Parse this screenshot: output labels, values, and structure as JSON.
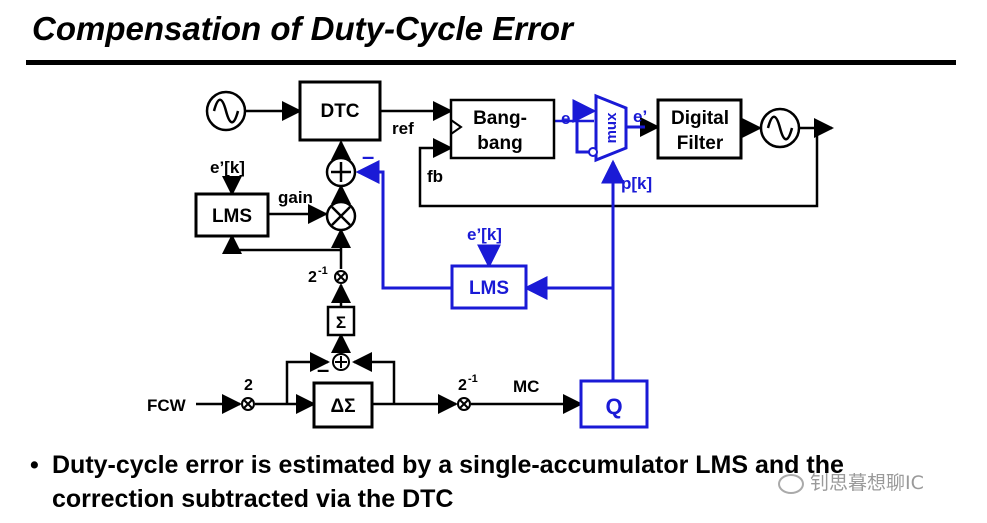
{
  "title": "Compensation of Duty-Cycle Error",
  "blocks": {
    "dtc": "DTC",
    "bangbang_line1": "Bang-",
    "bangbang_line2": "bang",
    "digital_filter_line1": "Digital",
    "digital_filter_line2": "Filter",
    "lms_black": "LMS",
    "lms_blue": "LMS",
    "sigma": "Σ",
    "delta_sigma": "ΔΣ",
    "q": "Q",
    "mux": "mux"
  },
  "signals": {
    "ref": "ref",
    "fb": "fb",
    "e": "e",
    "e_prime": "e’",
    "p_k": "p[k]",
    "e_prime_k_black": "e’[k]",
    "e_prime_k_blue": "e’[k]",
    "gain": "gain",
    "fcw": "FCW",
    "two": "2",
    "two_inv_base_top": "2",
    "two_inv_exp_top": "-1",
    "two_inv_base_bottom": "2",
    "two_inv_exp_bottom": "-1",
    "mc": "MC",
    "minus_sum": "–",
    "minus_bottom": "–"
  },
  "bullet": {
    "symbol": "•",
    "text": "Duty-cycle error is estimated by a single-accumulator LMS and the correction subtracted via the DTC"
  },
  "watermark": "钊思暮想聊IC",
  "colors": {
    "black": "#000000",
    "blue": "#1a1ad6"
  }
}
